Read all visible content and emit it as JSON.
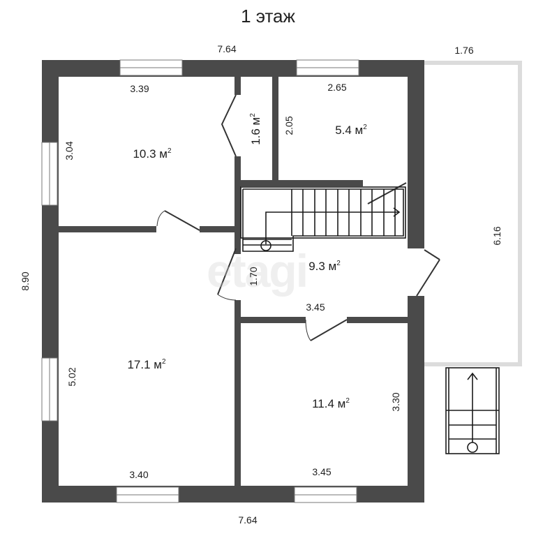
{
  "title": "1 этаж",
  "watermark": "etagi",
  "units": "м²",
  "colors": {
    "wall": "#4a4a4a",
    "terrace_border": "#dcdcdc",
    "line": "#222222"
  },
  "overall_dimensions": {
    "top_width": "7.64",
    "bottom_width": "7.64",
    "left_height": "8.90",
    "terrace_width": "1.76",
    "terrace_length": "6.16"
  },
  "rooms": [
    {
      "id": "room-top-left",
      "area": "10.3",
      "dims": [
        "3.39",
        "3.04"
      ]
    },
    {
      "id": "closet",
      "area": "1.6",
      "dims": []
    },
    {
      "id": "room-top-right",
      "area": "5.4",
      "dims": [
        "2.65",
        "2.05"
      ]
    },
    {
      "id": "hall",
      "area": "9.3",
      "dims": [
        "3.45",
        "1.70"
      ]
    },
    {
      "id": "room-bottom-left",
      "area": "17.1",
      "dims": [
        "3.40",
        "5.02"
      ]
    },
    {
      "id": "room-bottom-right",
      "area": "11.4",
      "dims": [
        "3.45",
        "3.30"
      ]
    }
  ],
  "area_labels": {
    "r1": "10.3 м",
    "r2": "1.6 м",
    "r3": "5.4 м",
    "r4": "9.3 м",
    "r5": "17.1 м",
    "r6": "11.4 м",
    "sq": "2"
  }
}
